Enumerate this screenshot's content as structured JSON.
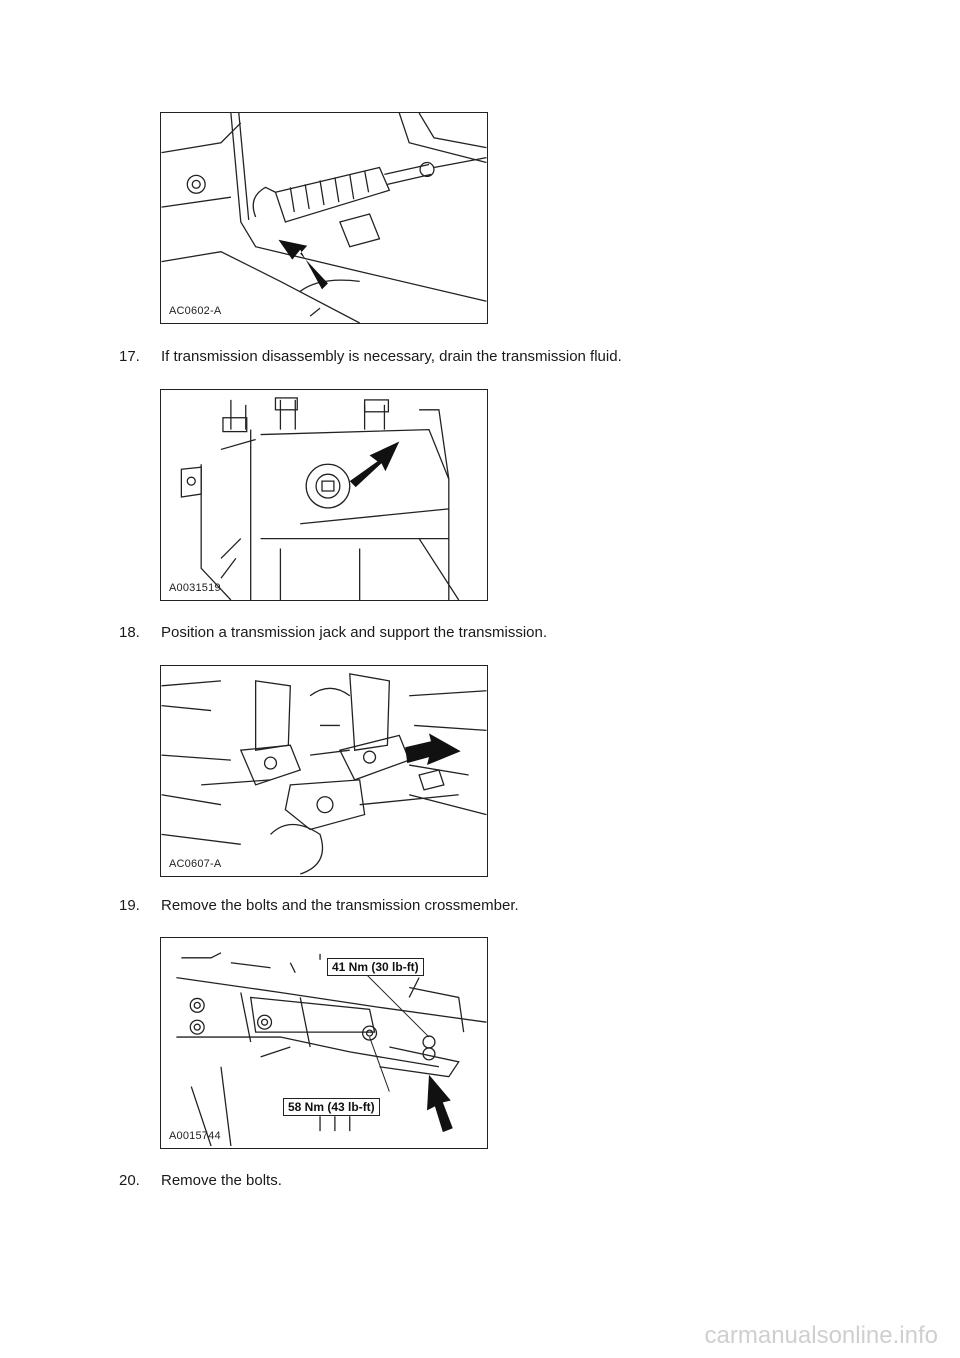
{
  "figures": [
    {
      "code": "AC0602-A"
    },
    {
      "code": "A0031519"
    },
    {
      "code": "AC0607-A"
    },
    {
      "code": "A0015744",
      "torque_labels": [
        "41 Nm (30 lb-ft)",
        "58 Nm (43 lb-ft)"
      ]
    }
  ],
  "steps": [
    {
      "number": "17.",
      "text": "If transmission disassembly is necessary, drain the transmission fluid."
    },
    {
      "number": "18.",
      "text": "Position a transmission jack and support the transmission."
    },
    {
      "number": "19.",
      "text": "Remove the bolts and the transmission crossmember."
    },
    {
      "number": "20.",
      "text": "Remove the bolts."
    }
  ],
  "footer": "carmanualsonline.info"
}
